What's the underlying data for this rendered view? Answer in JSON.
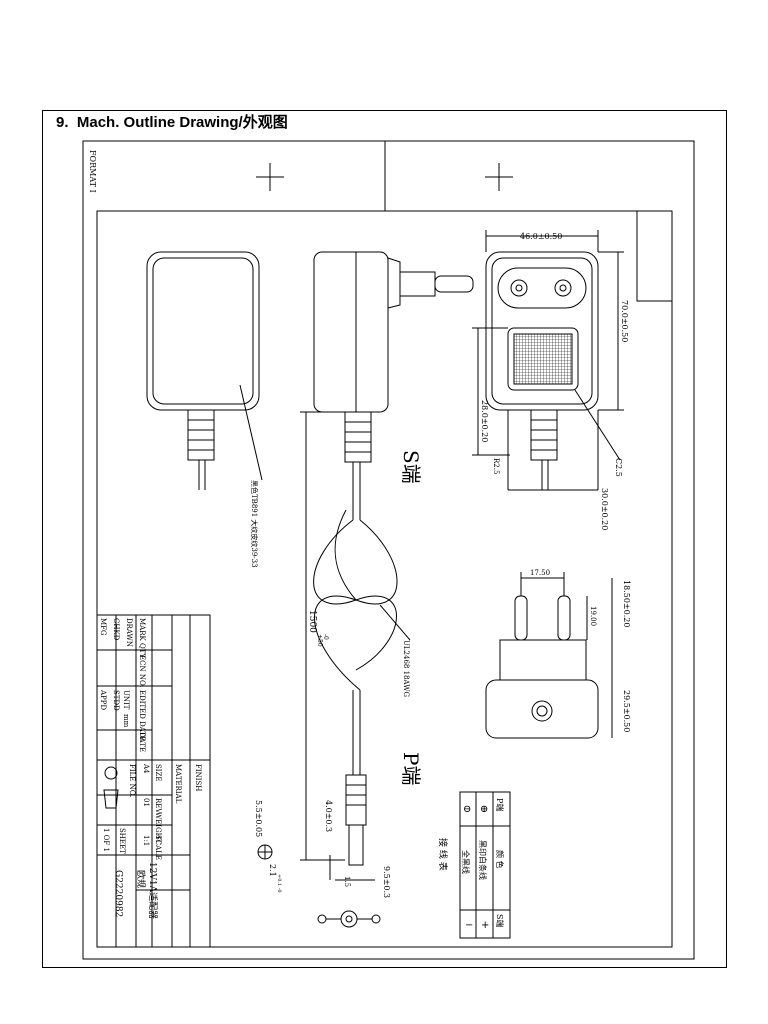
{
  "heading": {
    "number": "9.",
    "title": "Mach. Outline Drawing/外观图"
  },
  "frame": {
    "format": "FORMAT I"
  },
  "dimensions": {
    "width": "46.0±0.50",
    "height": "70.0±0.50",
    "grille_depth": "28.0±0.20",
    "strain_relief": "30.0±0.20",
    "pin_spacing": "17.50",
    "pin_height": "19.00",
    "pin_total": "18.50±0.20",
    "body_depth": "29.5±0.50",
    "cable_length": "1500",
    "cable_tol_upper": "+50",
    "cable_tol_lower": "-0",
    "plug_len_a": "4.0±0.3",
    "plug_od": "5.5±0.05",
    "plug_id": "2.1",
    "plug_id_tol": "+0.1 -0",
    "plug_len_b": "9.5±0.3",
    "plug_len_c": "1.5",
    "radius_a": "R2.5",
    "radius_b": "C2.5"
  },
  "annotations": {
    "label_note": "黑色TB891 大纹皮纹39-33",
    "cable_spec": "UL2468 18AWG",
    "s_end": "S端",
    "p_end": "P端"
  },
  "wiring_table": {
    "title": "接 线 表",
    "headers": [
      "P端",
      "颜 色",
      "S端"
    ],
    "rows": [
      [
        "⊕",
        "黑印白条线",
        "+"
      ],
      [
        "⊖",
        "全黑线",
        "−"
      ]
    ]
  },
  "title_block": {
    "finish": "FINISH",
    "material": "MATERIAL",
    "mark_qty": "MARK QTY",
    "ecn_no": "ECN NO.",
    "edited_date": "EDITED DATE",
    "drawn": "DRAWN",
    "chkd": "CHKD",
    "mfg": "MFG",
    "unit": "UNIT",
    "unit_val": "mm",
    "stdd": "STDD",
    "appd": "APPD",
    "size": "SIZE",
    "size_val": "A4",
    "rev": "REV",
    "rev_val": "01",
    "weight": "WEIGHT",
    "scale": "SCALE",
    "scale_val": "1:1",
    "file_no": "FILE NO.",
    "date": "DATE",
    "sheet": "SHEET",
    "sheet_val": "1 OF 1",
    "product_name": "12V1A适配器",
    "product_sub": "欧规",
    "drawing_no": "G2220982"
  }
}
